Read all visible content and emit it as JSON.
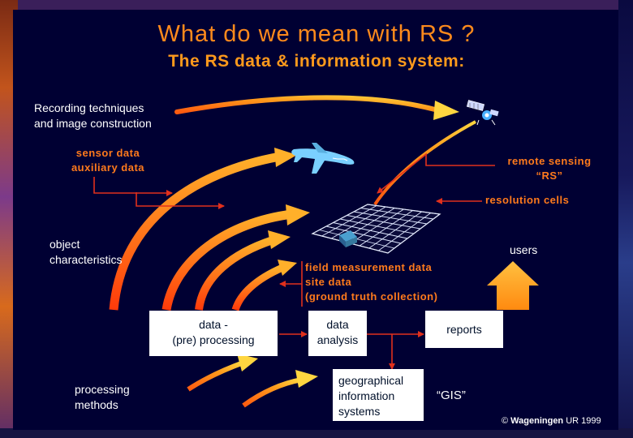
{
  "slide": {
    "title": "What do we mean with RS ?",
    "subtitle": "The RS data & information system:"
  },
  "labels": {
    "recording": [
      "Recording techniques",
      "and image construction"
    ],
    "sensor": [
      "sensor data",
      "auxiliary data"
    ],
    "remote_sensing": [
      "remote sensing",
      "“RS”"
    ],
    "resolution": "resolution cells",
    "object": [
      "object",
      "characteristics"
    ],
    "users": "users",
    "field": [
      "field measurement data",
      "site data",
      "(ground truth collection)"
    ],
    "processing_methods": [
      "processing",
      "methods"
    ],
    "gis_label": "“GIS”"
  },
  "boxes": {
    "preprocessing": [
      "data -",
      "(pre) processing"
    ],
    "analysis": [
      "data",
      "analysis"
    ],
    "reports": "reports",
    "gis": [
      "geographical",
      "information",
      "systems"
    ]
  },
  "footer": {
    "symbol": "©",
    "org": "Wageningen",
    "rest": "UR 1999"
  },
  "colors": {
    "background": "#000033",
    "accent_orange": "#ff7a1c",
    "title_orange": "#ff8a1c",
    "arrow_red": "#e0301c",
    "plane_blue": "#7ad0ff"
  },
  "icons": [
    "satellite-icon",
    "airplane-icon",
    "sensor-box-icon"
  ]
}
